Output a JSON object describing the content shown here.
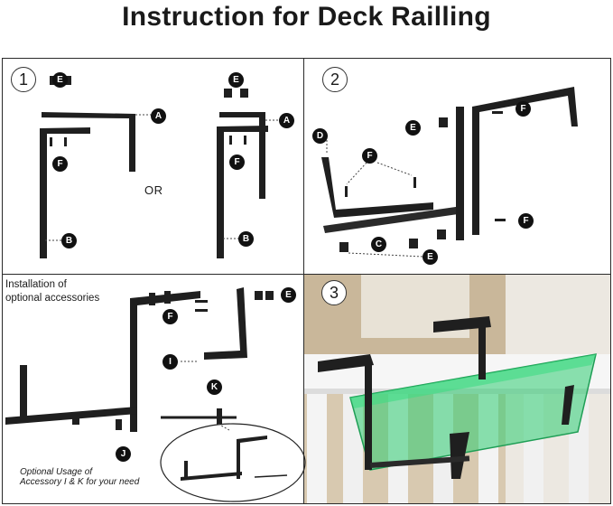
{
  "title": "Instruction for Deck Railling",
  "steps": [
    "1",
    "2",
    "3"
  ],
  "separator": "OR",
  "parts": {
    "A": "A",
    "B": "B",
    "C": "C",
    "D": "D",
    "E": "E",
    "F": "F",
    "I": "I",
    "J": "J",
    "K": "K"
  },
  "accessories_heading_line1": "Installation of",
  "accessories_heading_line2": "optional accessories",
  "optional_note_line1": "Optional Usage of",
  "optional_note_line2": "Accessory I & K for your need",
  "colors": {
    "bracket": "#1f1f1f",
    "planter": "#2ecc71",
    "railing": "#f4f4f4"
  }
}
